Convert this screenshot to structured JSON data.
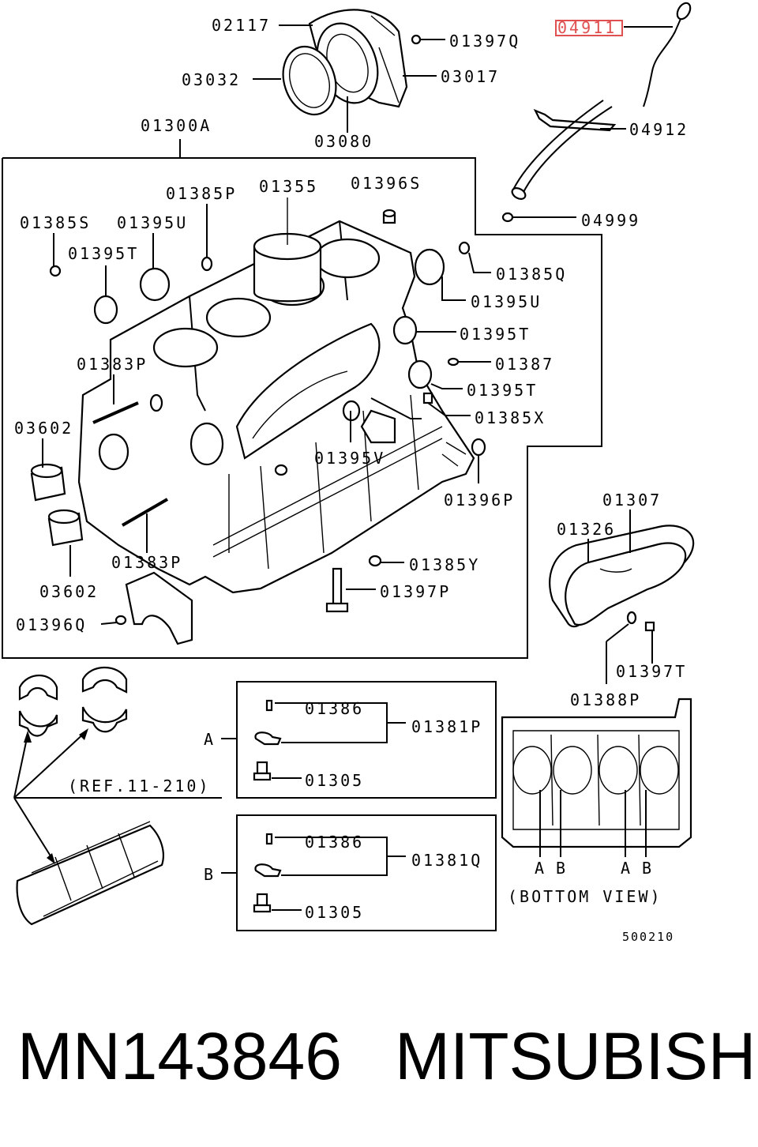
{
  "labels": {
    "p02117": "02117",
    "p01397Q": "01397Q",
    "p04911": "04911",
    "p03032": "03032",
    "p03017": "03017",
    "p01300A": "01300A",
    "p03080": "03080",
    "p04912": "04912",
    "p01385P": "01385P",
    "p01355": "01355",
    "p01396S": "01396S",
    "p04999": "04999",
    "p01385S": "01385S",
    "p01395U_a": "01395U",
    "p01395T_a": "01395T",
    "p01385Q": "01385Q",
    "p01395U_b": "01395U",
    "p01395T_b": "01395T",
    "p01383P_a": "01383P",
    "p01387": "01387",
    "p01395T_c": "01395T",
    "p03602_a": "03602",
    "p01385X": "01385X",
    "p01395V": "01395V",
    "p01396P": "01396P",
    "p01307": "01307",
    "p01326": "01326",
    "p01383P_b": "01383P",
    "p01385Y": "01385Y",
    "p03602_b": "03602",
    "p01397P": "01397P",
    "p01396Q": "01396Q",
    "p01397T": "01397T",
    "p01388P": "01388P",
    "p01386_a": "01386",
    "p01381P": "01381P",
    "p01305_a": "01305",
    "p01386_b": "01386",
    "p01381Q": "01381Q",
    "p01305_b": "01305",
    "ref": "(REF.11-210)",
    "A": "A",
    "B": "B",
    "bottomA1": "A",
    "bottomB1": "B",
    "bottomA2": "A",
    "bottomB2": "B",
    "bottom_view": "(BOTTOM VIEW)",
    "fig_no": "500210"
  },
  "footer": {
    "part_number": "MN143846",
    "brand": "MITSUBISHI"
  },
  "colors": {
    "highlight": "#e05050",
    "ink": "#000000"
  }
}
